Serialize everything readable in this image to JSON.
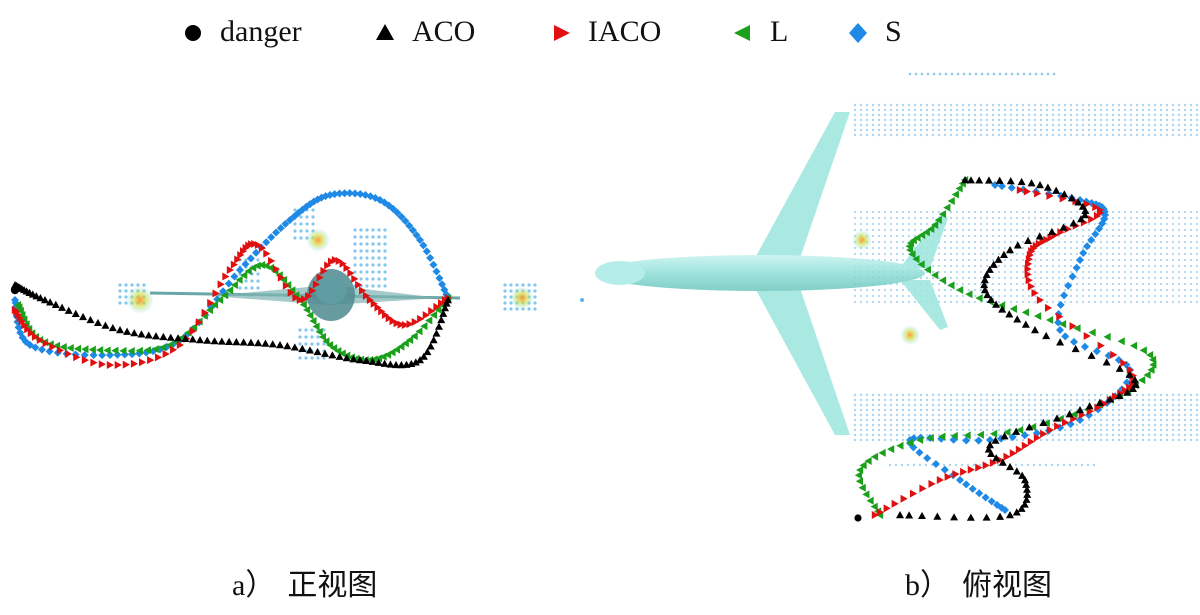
{
  "legend": {
    "items": [
      {
        "label": "danger",
        "marker": "circle",
        "color": "#000000"
      },
      {
        "label": "ACO",
        "marker": "triangle-up",
        "color": "#000000"
      },
      {
        "label": "IACO",
        "marker": "triangle-right",
        "color": "#e01010"
      },
      {
        "label": "L",
        "marker": "triangle-left",
        "color": "#1aa01a"
      },
      {
        "label": "S",
        "marker": "diamond",
        "color": "#1e8ae6"
      }
    ]
  },
  "panels": {
    "a": {
      "label": "a）",
      "title": "正视图"
    },
    "b": {
      "label": "b）",
      "title": "俯视图"
    }
  },
  "colors": {
    "aco": "#000000",
    "iaco": "#e01010",
    "l": "#1aa01a",
    "s": "#1e8ae6",
    "aircraft": "#8fe0d8",
    "danger_points": "#5ab4e8"
  }
}
